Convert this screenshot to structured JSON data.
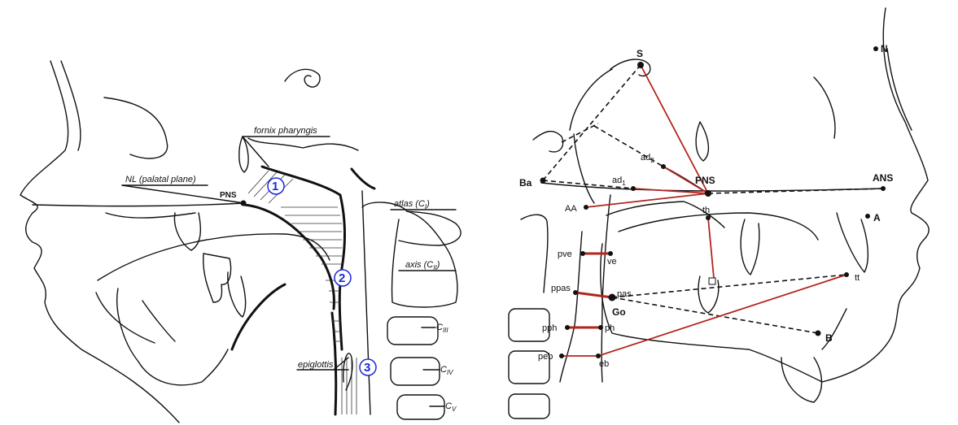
{
  "left_panel": {
    "labels": {
      "fornix": "fornix pharyngis",
      "nl": "NL (palatal plane)",
      "pns": "PNS",
      "atlas": "atlas (C",
      "atlas_sub": "I",
      "axis": "axis (C",
      "axis_sub": "II",
      "c3": "C",
      "c3_sub": "III",
      "c4": "C",
      "c4_sub": "IV",
      "c5": "C",
      "c5_sub": "V",
      "epiglottis": "epiglottis",
      "close_paren": ")"
    },
    "regions": [
      "1",
      "2",
      "3"
    ]
  },
  "right_panel": {
    "points": {
      "S": "S",
      "N": "N",
      "Ba": "Ba",
      "PNS": "PNS",
      "ANS": "ANS",
      "A": "A",
      "AA": "AA",
      "ad1": "ad",
      "ad1_sub": "1",
      "ad2": "ad",
      "ad2_sub": "2",
      "th": "th",
      "pve": "pve",
      "ve": "ve",
      "ppas": "ppas",
      "pas": "pas",
      "Go": "Go",
      "tt": "tt",
      "pph": "pph",
      "ph": "ph",
      "B": "B",
      "peb": "peb",
      "eb": "eb"
    }
  },
  "colors": {
    "measure_lines": "#b3261e",
    "region_numbers": "#1a2ad8",
    "ink": "#111111"
  }
}
